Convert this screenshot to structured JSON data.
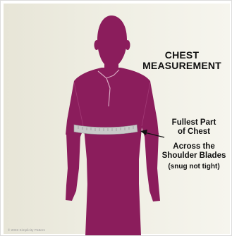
{
  "title": {
    "line1": "CHEST",
    "line2": "MEASUREMENT"
  },
  "labels": {
    "fullest_line1": "Fullest Part",
    "fullest_line2": "of Chest",
    "blades_line1": "Across the",
    "blades_line2": "Shoulder Blades",
    "note": "(snug not tight)"
  },
  "copyright": "© 2003 Simplicity Pattern",
  "colors": {
    "figure": "#8b1d5c",
    "collar_line": "#d8a6c0",
    "tape": "#c9c9c9",
    "background": "#efeee3"
  }
}
